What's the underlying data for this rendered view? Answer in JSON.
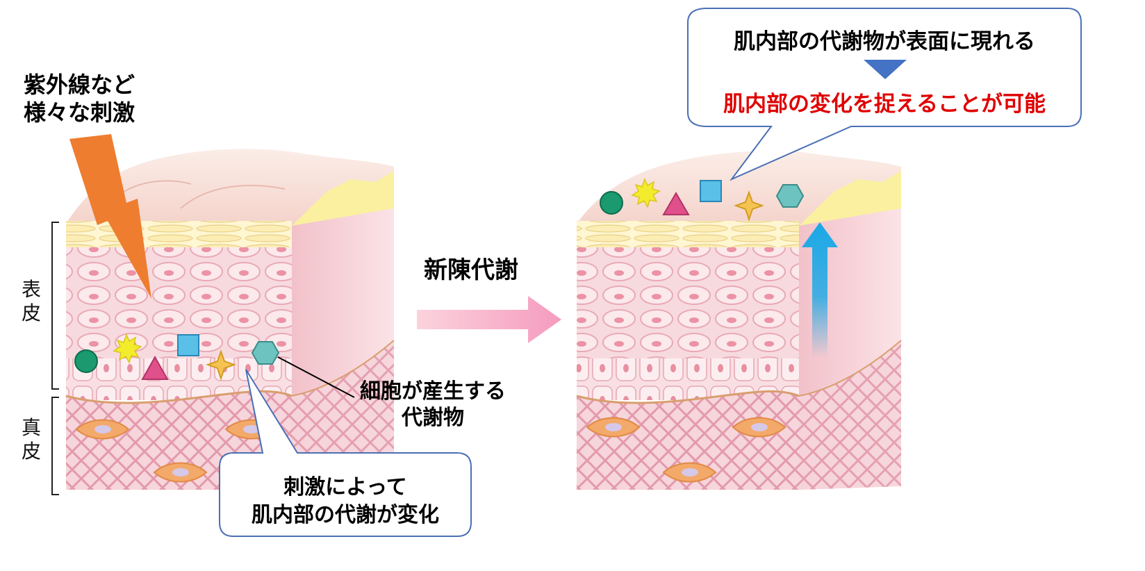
{
  "stimulus_label": [
    "紫外線など",
    "様々な刺激"
  ],
  "layer_labels": {
    "epidermis": [
      "表",
      "皮"
    ],
    "dermis": [
      "真",
      "皮"
    ]
  },
  "metabolite_callout": [
    "細胞が産生する",
    "代謝物"
  ],
  "change_bubble": [
    "刺激によって",
    "肌内部の代謝が変化"
  ],
  "process_label": "新陳代謝",
  "result_bubble": {
    "line1": "肌内部の代謝物が表面に現れる",
    "line2": "肌内部の変化を捉えることが可能"
  },
  "colors": {
    "lightning": "#EE7D30",
    "process_arrow": "#F7A1C0",
    "up_arrow": "#19A8E6",
    "bubble_border": "#4A6FB5",
    "down_triangle": "#4472C4",
    "highlight_text": "#E00000",
    "circle": "#1A9A6E",
    "sun": "#F3EC2D",
    "triangle": "#E0508A",
    "square": "#5AC0E8",
    "star": "#F5C351",
    "hexagon": "#6CC3C0"
  },
  "icons": [
    "lightning-icon",
    "pink-right-arrow-icon",
    "blue-up-arrow-icon",
    "down-triangle-icon",
    "circle-metabolite-icon",
    "sun-metabolite-icon",
    "triangle-metabolite-icon",
    "square-metabolite-icon",
    "star-metabolite-icon",
    "hexagon-metabolite-icon"
  ]
}
